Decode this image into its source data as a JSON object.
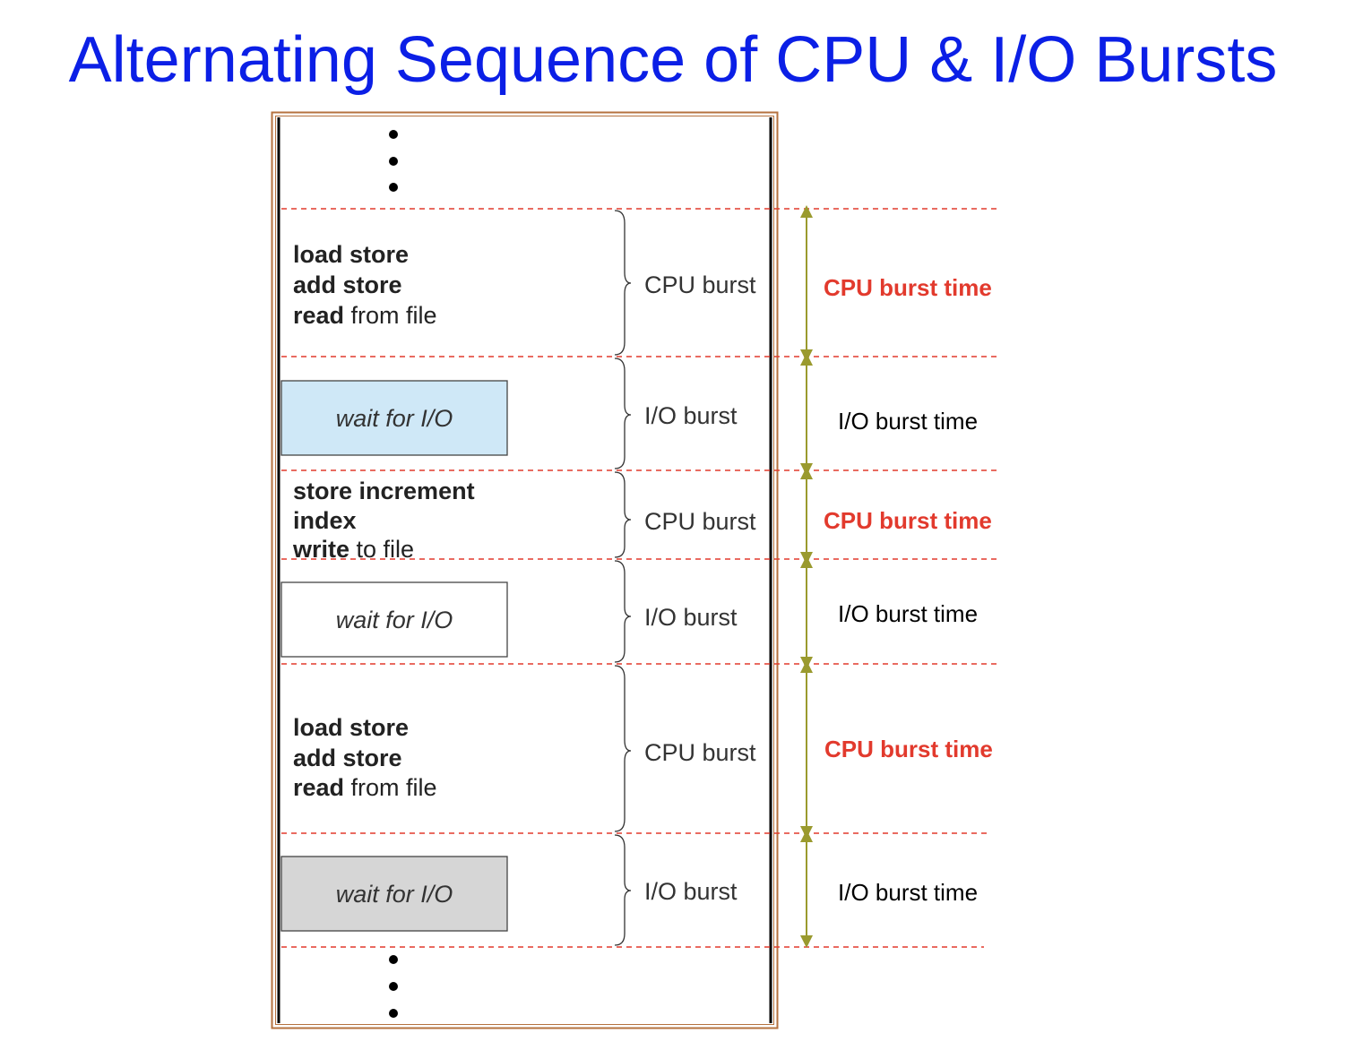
{
  "title": "Alternating Sequence of CPU & I/O Bursts",
  "colors": {
    "title": "#0b1fe6",
    "frame_border": "#b5723f",
    "dash_line": "#e23a2d",
    "arrow": "#9a9a2e",
    "cpu_time_label": "#e23a2d",
    "io_time_label": "#000000",
    "wait_box_1": "#cfe8f7",
    "wait_box_2": "#ffffff",
    "wait_box_3": "#d6d6d6"
  },
  "continuation_dots": "• • •",
  "segments": [
    {
      "kind": "cpu",
      "lines": [
        {
          "bold": "load store",
          "rest": ""
        },
        {
          "bold": "add store",
          "rest": ""
        },
        {
          "bold": "read",
          "rest": " from file"
        }
      ],
      "burst_label": "CPU burst",
      "time_label": "CPU burst time"
    },
    {
      "kind": "io",
      "wait_label": "wait for I/O",
      "burst_label": "I/O burst",
      "time_label": "I/O burst time"
    },
    {
      "kind": "cpu",
      "lines": [
        {
          "bold": "store increment",
          "rest": ""
        },
        {
          "bold": "index",
          "rest": ""
        },
        {
          "bold": "write",
          "rest": " to file"
        }
      ],
      "burst_label": "CPU burst",
      "time_label": "CPU burst time"
    },
    {
      "kind": "io",
      "wait_label": "wait for I/O",
      "burst_label": "I/O burst",
      "time_label": "I/O burst time"
    },
    {
      "kind": "cpu",
      "lines": [
        {
          "bold": "load store",
          "rest": ""
        },
        {
          "bold": "add store",
          "rest": ""
        },
        {
          "bold": "read",
          "rest": " from file"
        }
      ],
      "burst_label": "CPU burst",
      "time_label": "CPU burst time"
    },
    {
      "kind": "io",
      "wait_label": "wait for I/O",
      "burst_label": "I/O burst",
      "time_label": "I/O burst time"
    }
  ]
}
